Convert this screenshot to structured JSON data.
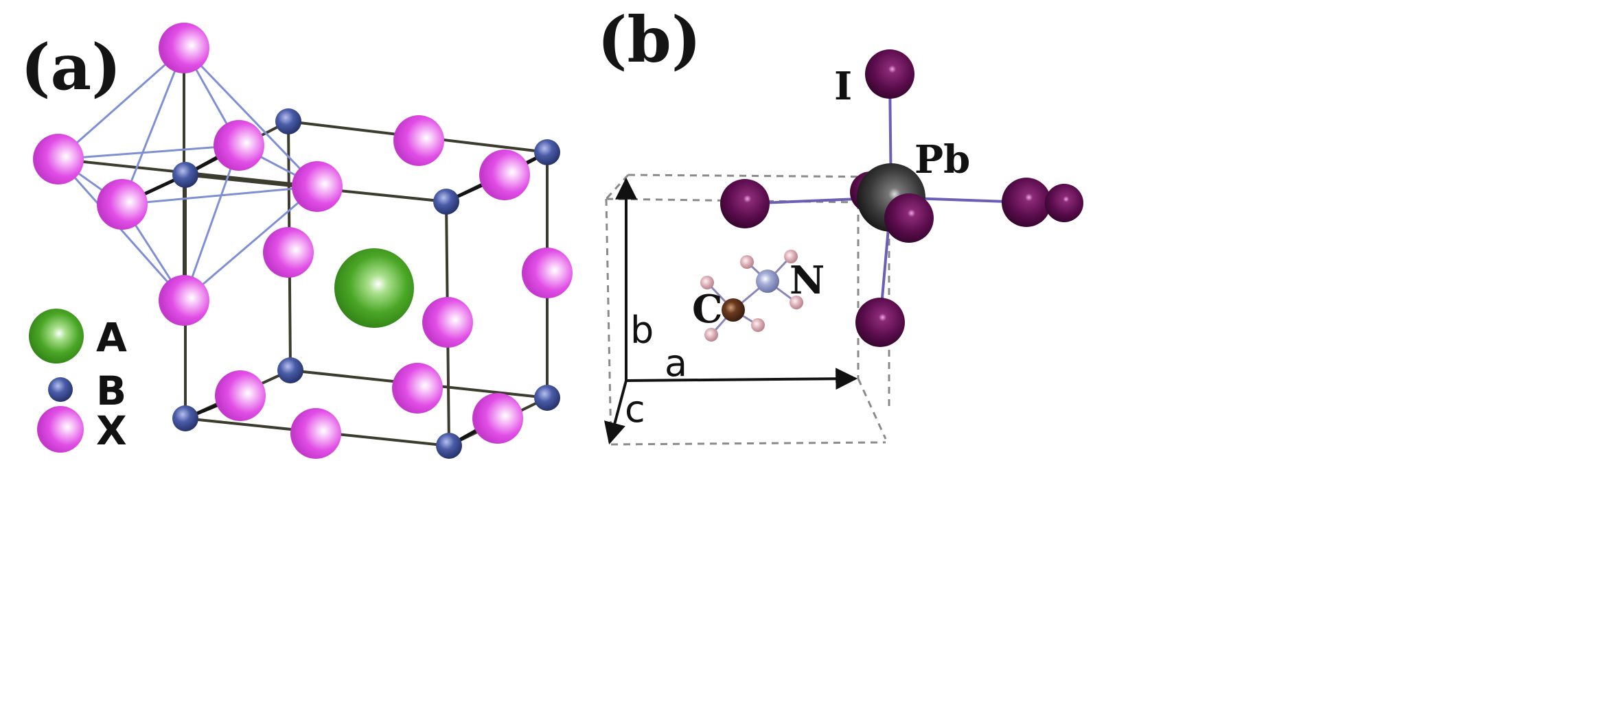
{
  "panels": {
    "a": {
      "label": "(a)",
      "legend": [
        {
          "label": "A",
          "color": "#3e9a1e"
        },
        {
          "label": "B",
          "color": "#3f4f93"
        },
        {
          "label": "X",
          "color": "#e14ee6"
        }
      ]
    },
    "b": {
      "label": "(b)",
      "atom_labels": {
        "iodine": "I",
        "lead": "Pb",
        "nitrogen": "N",
        "carbon": "C"
      },
      "axis_labels": {
        "a": "a",
        "b": "b",
        "c": "c"
      }
    }
  },
  "colors": {
    "A_site": "#3e9a1e",
    "B_site": "#3f4f93",
    "X_site": "#e14ee6",
    "octahedron_edges": "#7f8fd3",
    "cube_edges": "#3b3b2e",
    "iodine": "#5a0c4c",
    "lead": "#2f2f2f",
    "nitrogen": "#a5aed8",
    "carbon": "#6a3a1f",
    "hydrogen": "#d7a8b0"
  }
}
